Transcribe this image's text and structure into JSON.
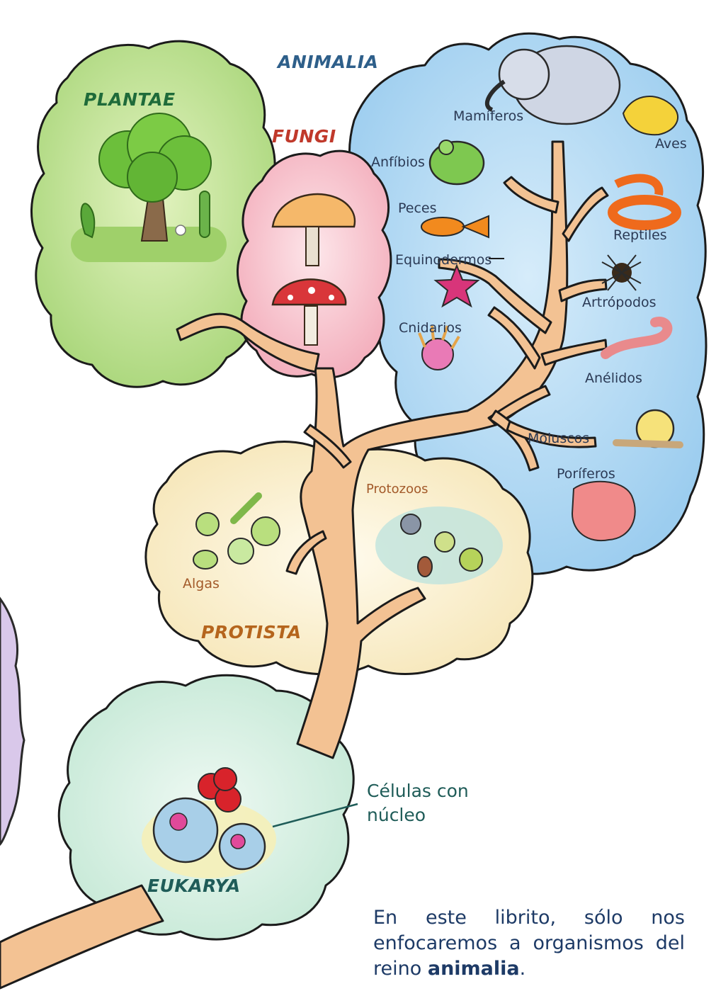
{
  "kingdoms": {
    "animalia": "ANIMALIA",
    "plantae": "PLANTAE",
    "fungi": "FUNGI",
    "protista": "PROTISTA",
    "eukarya": "EUKARYA"
  },
  "animal_groups": {
    "mamiferos": "Mamíferos",
    "aves": "Aves",
    "anfibios": "Anfíbios",
    "peces": "Peces",
    "reptiles": "Reptiles",
    "equinodermos": "Equinodermos",
    "artropodos": "Artrópodos",
    "cnidarios": "Cnidarios",
    "anelidos": "Anélidos",
    "moluscos": "Moluscos",
    "poriferos": "Poríferos"
  },
  "protista_groups": {
    "protozoos": "Protozoos",
    "algas": "Algas"
  },
  "eukarya_note": {
    "line1": "Células con",
    "line2": "núcleo"
  },
  "caption": {
    "before": "En este librito, sólo nos enfocaremos a organismos del reino ",
    "bold": "animalia",
    "after": "."
  },
  "colors": {
    "animalia": "#2e5f8a",
    "plantae": "#1f6b3a",
    "fungi": "#c0392b",
    "protista": "#b5651d",
    "eukarya": "#1f5c58",
    "animalia_bg": "#b9def4",
    "plantae_bg": "#b7e08a",
    "fungi_bg": "#f7c6cf",
    "protista_bg": "#fbf3d9",
    "eukarya_bg": "#d8f0e6",
    "branch": "#f2c091"
  }
}
